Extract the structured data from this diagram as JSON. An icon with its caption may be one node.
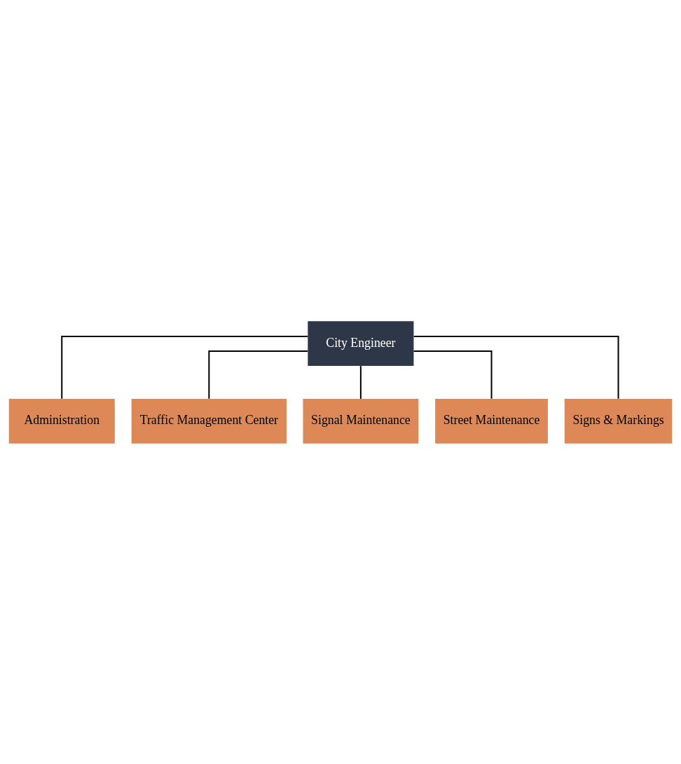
{
  "diagram": {
    "nodes": [
      {
        "text": [
          "City Engineer"
        ]
      },
      {
        "text": [
          "Administration"
        ]
      },
      {
        "text": [
          "Traffic Management Center"
        ]
      },
      {
        "text": [
          "Signal Maintenance"
        ]
      },
      {
        "text": [
          "Street Maintenance"
        ]
      },
      {
        "text": [
          "Signs & Markings"
        ]
      }
    ],
    "edges": [
      {
        "from": 0,
        "to": 1,
        "arrow": "none"
      },
      {
        "from": 0,
        "to": 2,
        "arrow": "none"
      },
      {
        "from": 0,
        "to": 3,
        "arrow": "none"
      },
      {
        "from": 0,
        "to": 4,
        "arrow": "none"
      },
      {
        "from": 0,
        "to": 5,
        "arrow": "none"
      }
    ]
  }
}
